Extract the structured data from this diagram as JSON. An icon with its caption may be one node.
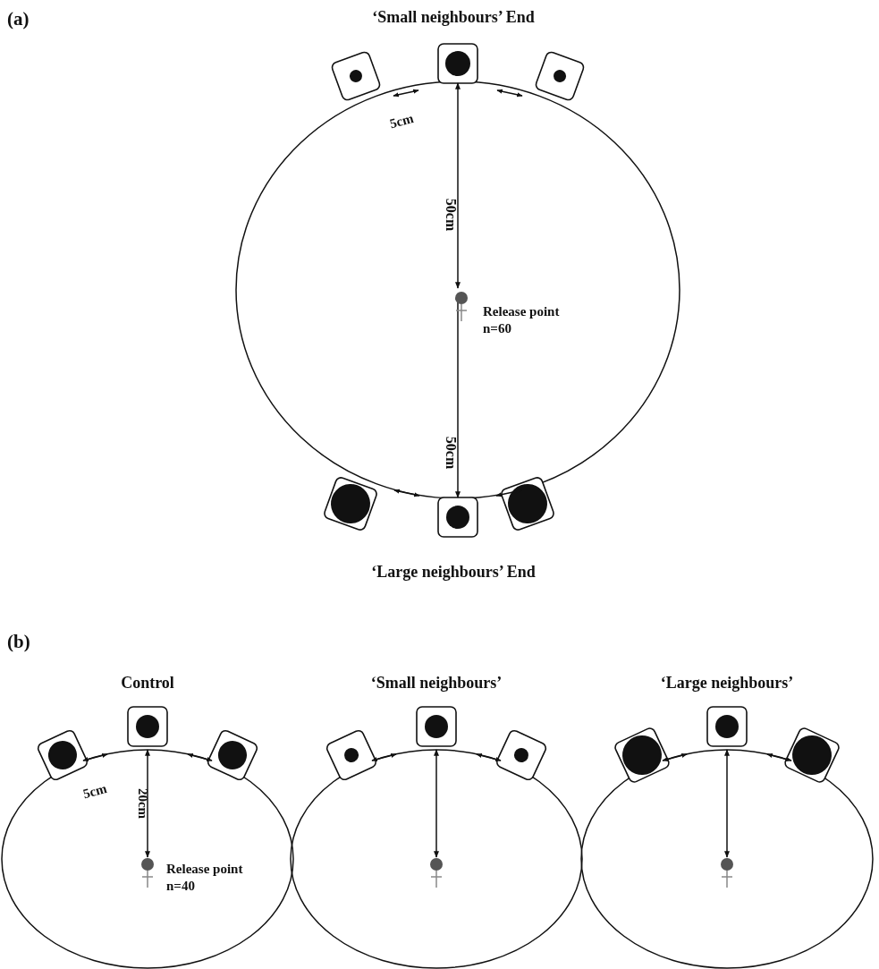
{
  "diagram": {
    "labels": [
      "(a)",
      "‘Small neighbours’ End",
      "5cm",
      "50cm",
      "Release point n=60",
      "50cm",
      "‘Large neighbours’ End",
      "(b)",
      "Control",
      "‘Small neighbours’",
      "‘Large neighbours’",
      "5cm",
      "20cm",
      "Release point n=40"
    ]
  }
}
